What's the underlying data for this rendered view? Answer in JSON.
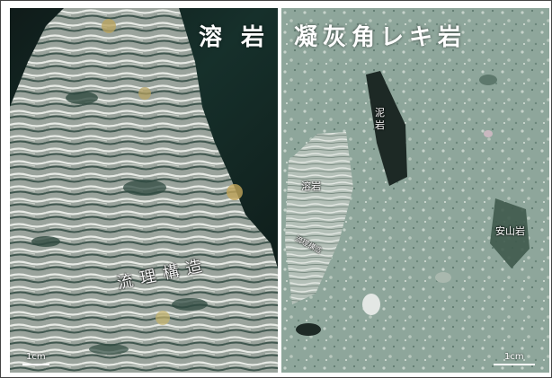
{
  "left_panel": {
    "title": "溶 岩",
    "annotation": "流理構造",
    "scale_label": "1cm"
  },
  "right_panel": {
    "title": "凝灰角レキ岩",
    "labels": {
      "mudstone": "泥岩",
      "lava": "溶岩",
      "flow": "流理構造",
      "andesite": "安山岩"
    },
    "scale_label": "1cm"
  }
}
